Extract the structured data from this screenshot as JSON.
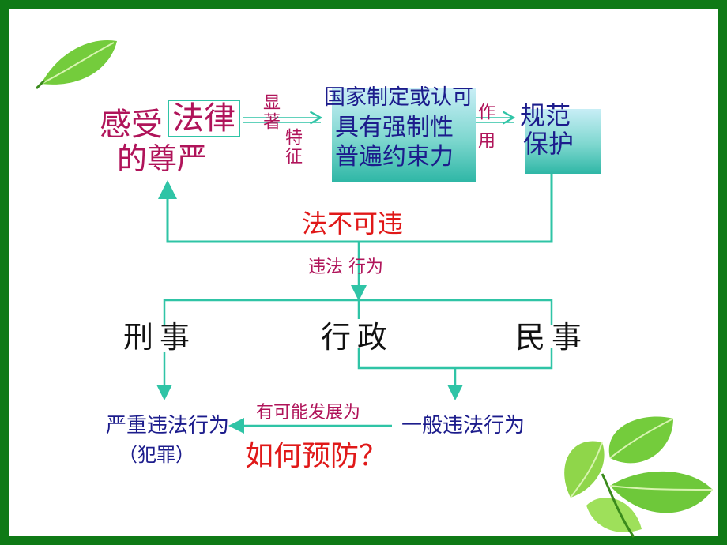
{
  "concept": {
    "line1_prefix": "感受",
    "law": "法律",
    "line2": "的尊严"
  },
  "feature_label": {
    "top": "显著",
    "bottom": "特征"
  },
  "law_nature": {
    "line1": "国家制定或认可",
    "line2": "具有强制性",
    "line3": "普遍约束力"
  },
  "function_label": "作用",
  "function": {
    "line1": "规范",
    "line2": "保护"
  },
  "center_title": "法不可违",
  "violation_label": "违法 行为",
  "categories": {
    "criminal": "刑事",
    "administrative": "行政",
    "civil": "民事"
  },
  "serious": {
    "line1": "严重违法行为",
    "line2": "（犯罪）"
  },
  "general": "一般违法行为",
  "develop_label": "有可能发展为",
  "question": "如何预防？",
  "colors": {
    "frame": "#0f7a16",
    "arrow": "#2fc4a6",
    "magenta": "#b0145a",
    "navy": "#1c1c8c",
    "red": "#e01818",
    "leaf": "#6ec83a"
  }
}
